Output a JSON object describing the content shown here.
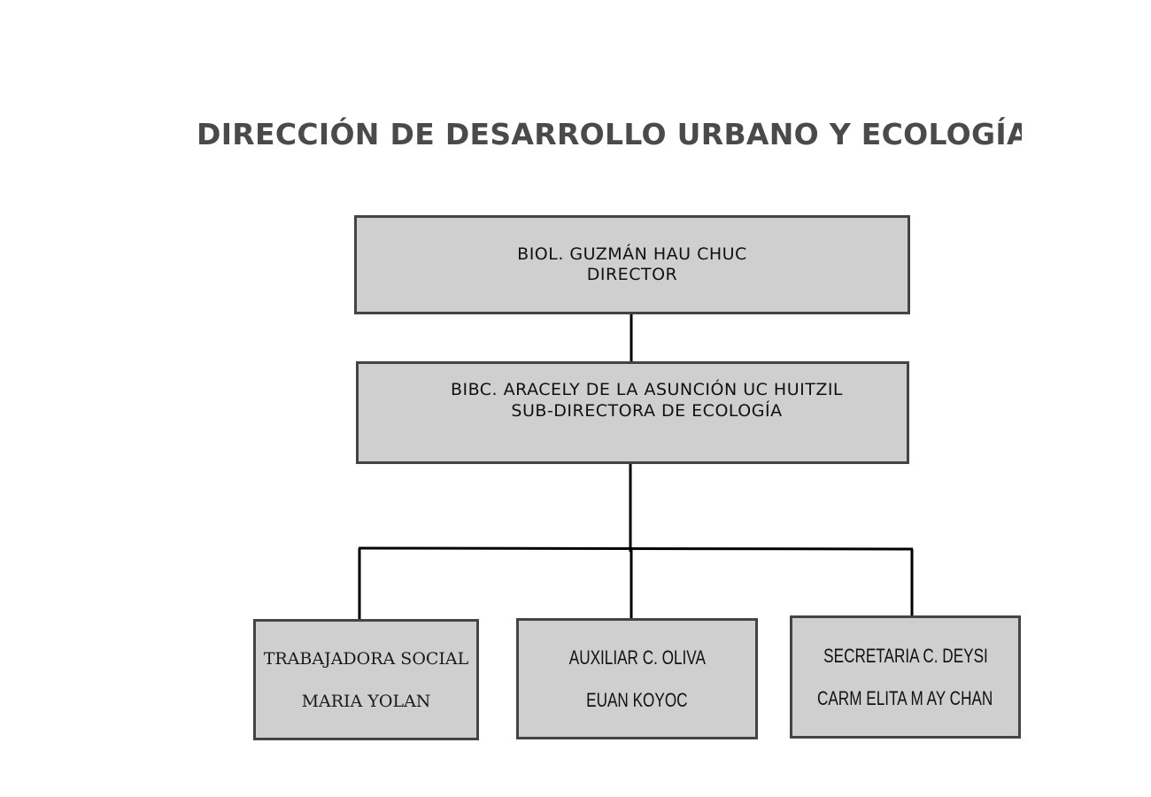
{
  "title": "DIRECCIÓN DE DESARROLLO URBANO Y ECOLOGÍA",
  "director": {
    "name": "BIOL. GUZMÁN HAU CHUC",
    "role": "DIRECTOR"
  },
  "subdirector": {
    "name": "BIBC. ARACELY DE LA ASUNCIÓN UC HUITZIL",
    "role": "SUB-DIRECTORA DE ECOLOGÍA"
  },
  "staff": [
    {
      "line1": "TRABAJADORA SOCIAL",
      "line2": "MARIA YOLAN"
    },
    {
      "line1": "AUXILIAR C. OLIVA",
      "line2": "EUAN KOYOC"
    },
    {
      "line1": "SECRETARIA C. DEYSI",
      "line2": "CARM ELITA M AY CHAN"
    }
  ],
  "colors": {
    "box_fill": "#cfcfcf",
    "box_border": "#444444",
    "title_text": "#4a4a4a",
    "connector": "#000000"
  }
}
